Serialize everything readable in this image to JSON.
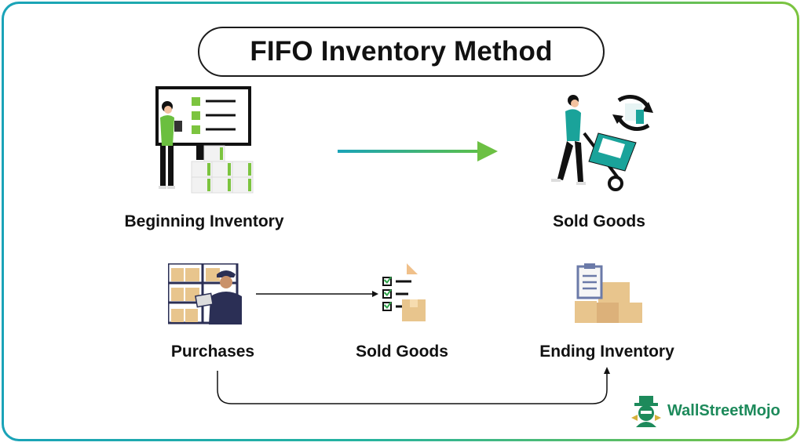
{
  "title": "FIFO Inventory Method",
  "nodes": {
    "beginning_inventory": "Beginning Inventory",
    "sold_goods_top": "Sold Goods",
    "purchases": "Purchases",
    "sold_goods_bottom": "Sold Goods",
    "ending_inventory": "Ending Inventory"
  },
  "icons": {
    "beginning_inventory": "person-checklist-boxes-icon",
    "sold_goods_top": "person-hand-truck-icon",
    "purchases": "worker-warehouse-shelves-icon",
    "sold_goods_bottom": "checklist-box-icon",
    "ending_inventory": "clipboard-boxes-icon"
  },
  "logo": {
    "brand_a": "Wall",
    "brand_b": "Street",
    "brand_c": "Mojo"
  },
  "colors": {
    "accent_green": "#7cc43f",
    "accent_teal": "#1aa3b8",
    "box_tan": "#e8c58d",
    "text": "#111111"
  }
}
